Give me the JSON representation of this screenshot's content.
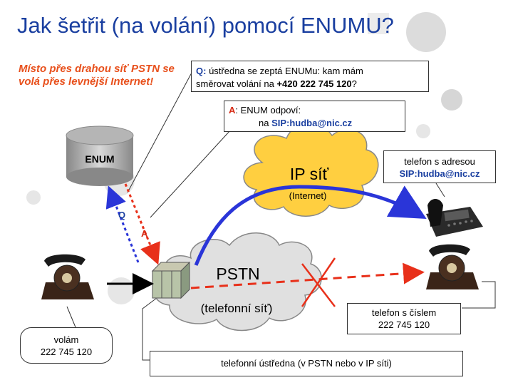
{
  "title": "Jak šetřit (na volání) pomocí ENUMU?",
  "warning": "Místo přes drahou síť PSTN se volá přes levnější Internet!",
  "question": {
    "label": "Q:",
    "text_1": " ústředna se zeptá ENUMu: kam mám",
    "text_2": "směrovat volání na ",
    "number": "+420 222 745 120",
    "suffix": "?"
  },
  "answer": {
    "label": "A",
    "text_1": ": ENUM odpoví:",
    "text_2": "na ",
    "sip": "SIP:hudba@nic.cz"
  },
  "enum_db": {
    "label": "ENUM"
  },
  "ip_cloud": {
    "title": "IP síť",
    "subtitle": "(Internet)"
  },
  "pstn_cloud": {
    "title": "PSTN",
    "subtitle": "(telefonní síť)"
  },
  "q_marker": "Q",
  "a_marker": "A",
  "ip_phone": {
    "line_1": "telefon s adresou",
    "sip": "SIP:hudba@nic.cz"
  },
  "pstn_phone": {
    "line_1": "telefon s číslem",
    "number": "222 745 120"
  },
  "caller": {
    "line_1": "volám",
    "number": "222 745 120"
  },
  "exchange": {
    "label": "telefonní ústředna (v PSTN nebo v IP síti)"
  },
  "colors": {
    "title": "#1a3fa0",
    "warning": "#e8501c",
    "ip_cloud": "#ffcf40",
    "pstn_cloud": "#e0e0e0",
    "route_ip": "#2a35d8",
    "route_pstn": "#e8301a"
  }
}
